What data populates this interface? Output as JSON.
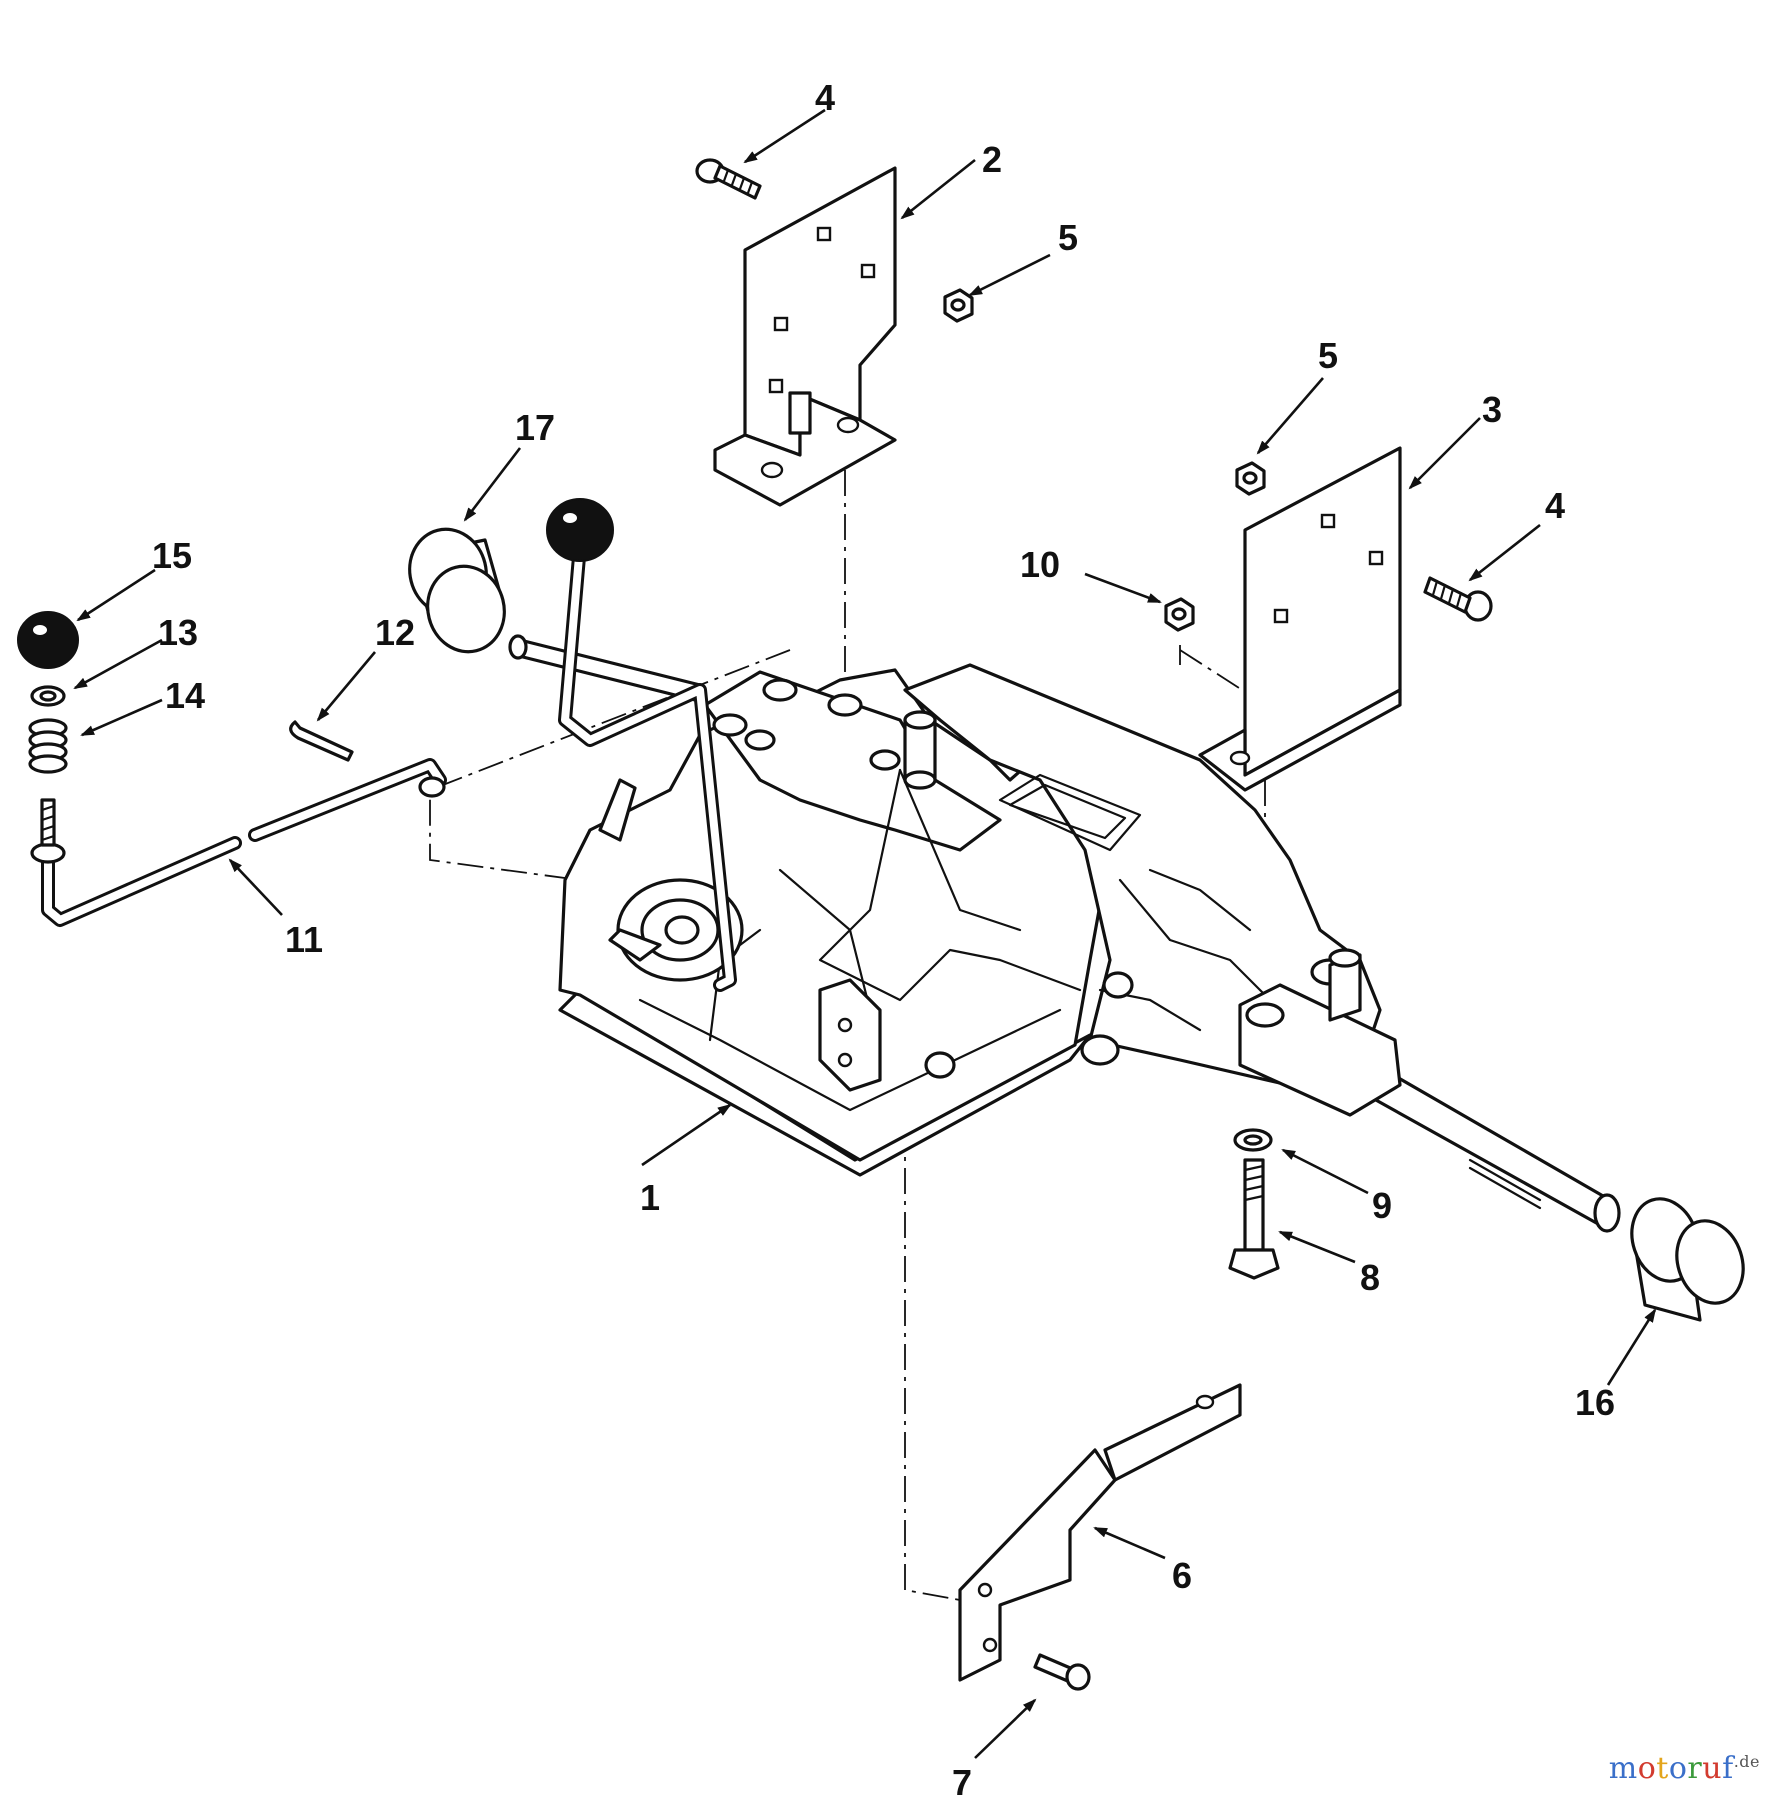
{
  "callouts": [
    {
      "id": "1",
      "label": "1"
    },
    {
      "id": "2",
      "label": "2"
    },
    {
      "id": "3",
      "label": "3"
    },
    {
      "id": "4a",
      "label": "4"
    },
    {
      "id": "4b",
      "label": "4"
    },
    {
      "id": "5a",
      "label": "5"
    },
    {
      "id": "5b",
      "label": "5"
    },
    {
      "id": "6",
      "label": "6"
    },
    {
      "id": "7",
      "label": "7"
    },
    {
      "id": "8",
      "label": "8"
    },
    {
      "id": "9",
      "label": "9"
    },
    {
      "id": "10",
      "label": "10"
    },
    {
      "id": "11",
      "label": "11"
    },
    {
      "id": "12",
      "label": "12"
    },
    {
      "id": "13",
      "label": "13"
    },
    {
      "id": "14",
      "label": "14"
    },
    {
      "id": "15",
      "label": "15"
    },
    {
      "id": "16",
      "label": "16"
    },
    {
      "id": "17",
      "label": "17"
    }
  ],
  "watermark": {
    "text": "motoruf",
    "suffix": ".de",
    "letter_colors": [
      "#3a6fc9",
      "#d23b2f",
      "#e3a51c",
      "#3a6fc9",
      "#3c9a3c",
      "#d23b2f",
      "#3a6fc9"
    ],
    "suffix_color": "#555555"
  }
}
